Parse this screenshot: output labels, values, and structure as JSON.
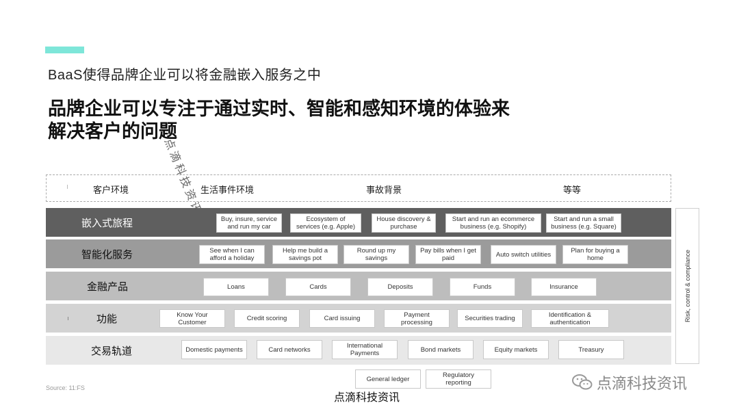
{
  "header": {
    "subtitle": "BaaS使得品牌企业可以将金融嵌入服务之中",
    "headline": "品牌企业可以专注于通过实时、智能和感知环境的体验来解决客户的问题"
  },
  "watermark_diagonal": "点滴科技资讯",
  "context_row": [
    "客户环境",
    "生活事件环境",
    "事故背景",
    "等等"
  ],
  "layers": [
    {
      "label": "嵌入式旅程",
      "items": [
        "Buy, insure, service and run my car",
        "Ecosystem of services (e.g. Apple)",
        "House discovery & purchase",
        "Start and run an ecommerce business (e.g. Shopify)",
        "Start and run a small business (e.g. Square)"
      ]
    },
    {
      "label": "智能化服务",
      "items": [
        "See when I can afford a holiday",
        "Help me build a savings pot",
        "Round up my savings",
        "Pay bills when I get paid",
        "Auto switch utilities",
        "Plan for buying a home"
      ]
    },
    {
      "label": "金融产品",
      "items": [
        "Loans",
        "Cards",
        "Deposits",
        "Funds",
        "Insurance"
      ]
    },
    {
      "label": "功能",
      "items": [
        "Know Your Customer",
        "Credit scoring",
        "Card issuing",
        "Payment processing",
        "Securities trading",
        "Identification & authentication"
      ]
    },
    {
      "label": "交易轨道",
      "items": [
        "Domestic payments",
        "Card networks",
        "International Payments",
        "Bond markets",
        "Equity markets",
        "Treasury"
      ]
    }
  ],
  "extra_rails": [
    "General ledger",
    "Regulatory reporting"
  ],
  "side_box": "Risk, control & compliance",
  "source": "Source: 11:FS",
  "footer_watermark": "点滴科技资讯",
  "corner_watermark": "点滴科技资讯",
  "colors": {
    "accent": "#7ee6d9",
    "layer_embedded": "#5f5f5f",
    "layer_smart": "#9b9b9b",
    "layer_products": "#bdbdbd",
    "layer_functions": "#d3d3d3",
    "layer_rails": "#e8e8e8"
  }
}
